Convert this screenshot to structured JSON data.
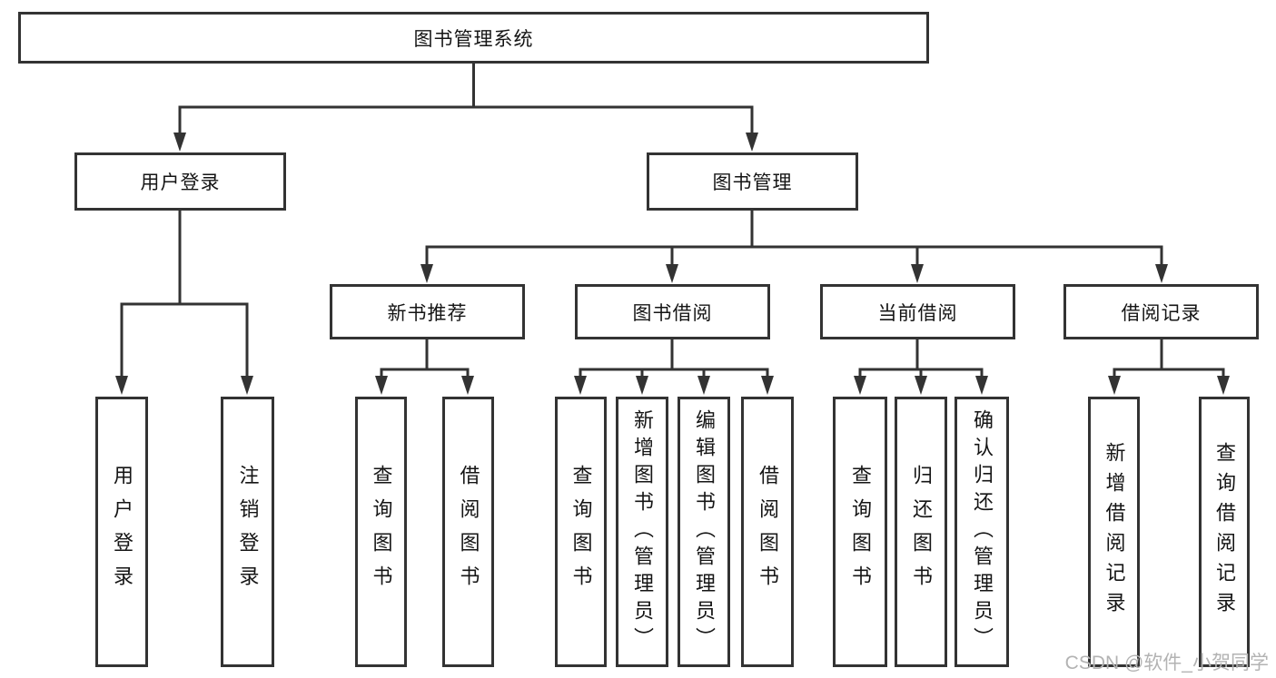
{
  "diagram": {
    "title": "图书管理系统",
    "watermark": "CSDN @软件_小贺同学",
    "colors": {
      "line": "#333333",
      "box_border": "#333333",
      "box_fill": "#ffffff",
      "text": "#151515",
      "watermark": "#b3b3b3"
    },
    "nodes": {
      "root": {
        "label": "图书管理系统"
      },
      "user_login": {
        "label": "用户登录"
      },
      "book_mgmt": {
        "label": "图书管理"
      },
      "new_book_rec": {
        "label": "新书推荐"
      },
      "book_borrow": {
        "label": "图书借阅"
      },
      "current_borrow": {
        "label": "当前借阅"
      },
      "borrow_record": {
        "label": "借阅记录"
      },
      "login": {
        "label": "用户登录"
      },
      "logout": {
        "label": "注销登录"
      },
      "rec_query": {
        "label": "查询图书"
      },
      "rec_borrow": {
        "label": "借阅图书"
      },
      "bb_query": {
        "label": "查询图书"
      },
      "bb_add": {
        "label": "新增图书（管理员）"
      },
      "bb_edit": {
        "label": "编辑图书（管理员）"
      },
      "bb_borrow": {
        "label": "借阅图书"
      },
      "cb_query": {
        "label": "查询图书"
      },
      "cb_return": {
        "label": "归还图书"
      },
      "cb_confirm": {
        "label": "确认归还（管理员）"
      },
      "br_add": {
        "label": "新增借阅记录"
      },
      "br_query": {
        "label": "查询借阅记录"
      }
    },
    "edges": [
      [
        "root",
        "user_login"
      ],
      [
        "root",
        "book_mgmt"
      ],
      [
        "user_login",
        "login"
      ],
      [
        "user_login",
        "logout"
      ],
      [
        "book_mgmt",
        "new_book_rec"
      ],
      [
        "book_mgmt",
        "book_borrow"
      ],
      [
        "book_mgmt",
        "current_borrow"
      ],
      [
        "book_mgmt",
        "borrow_record"
      ],
      [
        "new_book_rec",
        "rec_query"
      ],
      [
        "new_book_rec",
        "rec_borrow"
      ],
      [
        "book_borrow",
        "bb_query"
      ],
      [
        "book_borrow",
        "bb_add"
      ],
      [
        "book_borrow",
        "bb_edit"
      ],
      [
        "book_borrow",
        "bb_borrow"
      ],
      [
        "current_borrow",
        "cb_query"
      ],
      [
        "current_borrow",
        "cb_return"
      ],
      [
        "current_borrow",
        "cb_confirm"
      ],
      [
        "borrow_record",
        "br_add"
      ],
      [
        "borrow_record",
        "br_query"
      ]
    ]
  }
}
